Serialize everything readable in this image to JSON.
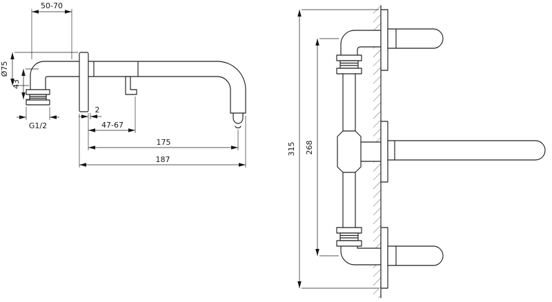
{
  "colors": {
    "line": "#1c1c1c",
    "background": "#ffffff"
  },
  "side_view": {
    "dim_depth_range": "50-70",
    "dim_escutcheon_diameter": "Ø75",
    "dim_drop": "43",
    "dim_thread": "G1/2",
    "dim_gap": "2",
    "dim_handle_depth": "47-67",
    "dim_spout_reach": "175",
    "dim_total_reach": "187"
  },
  "front_view": {
    "dim_total_height": "315",
    "dim_handle_centers": "268"
  }
}
